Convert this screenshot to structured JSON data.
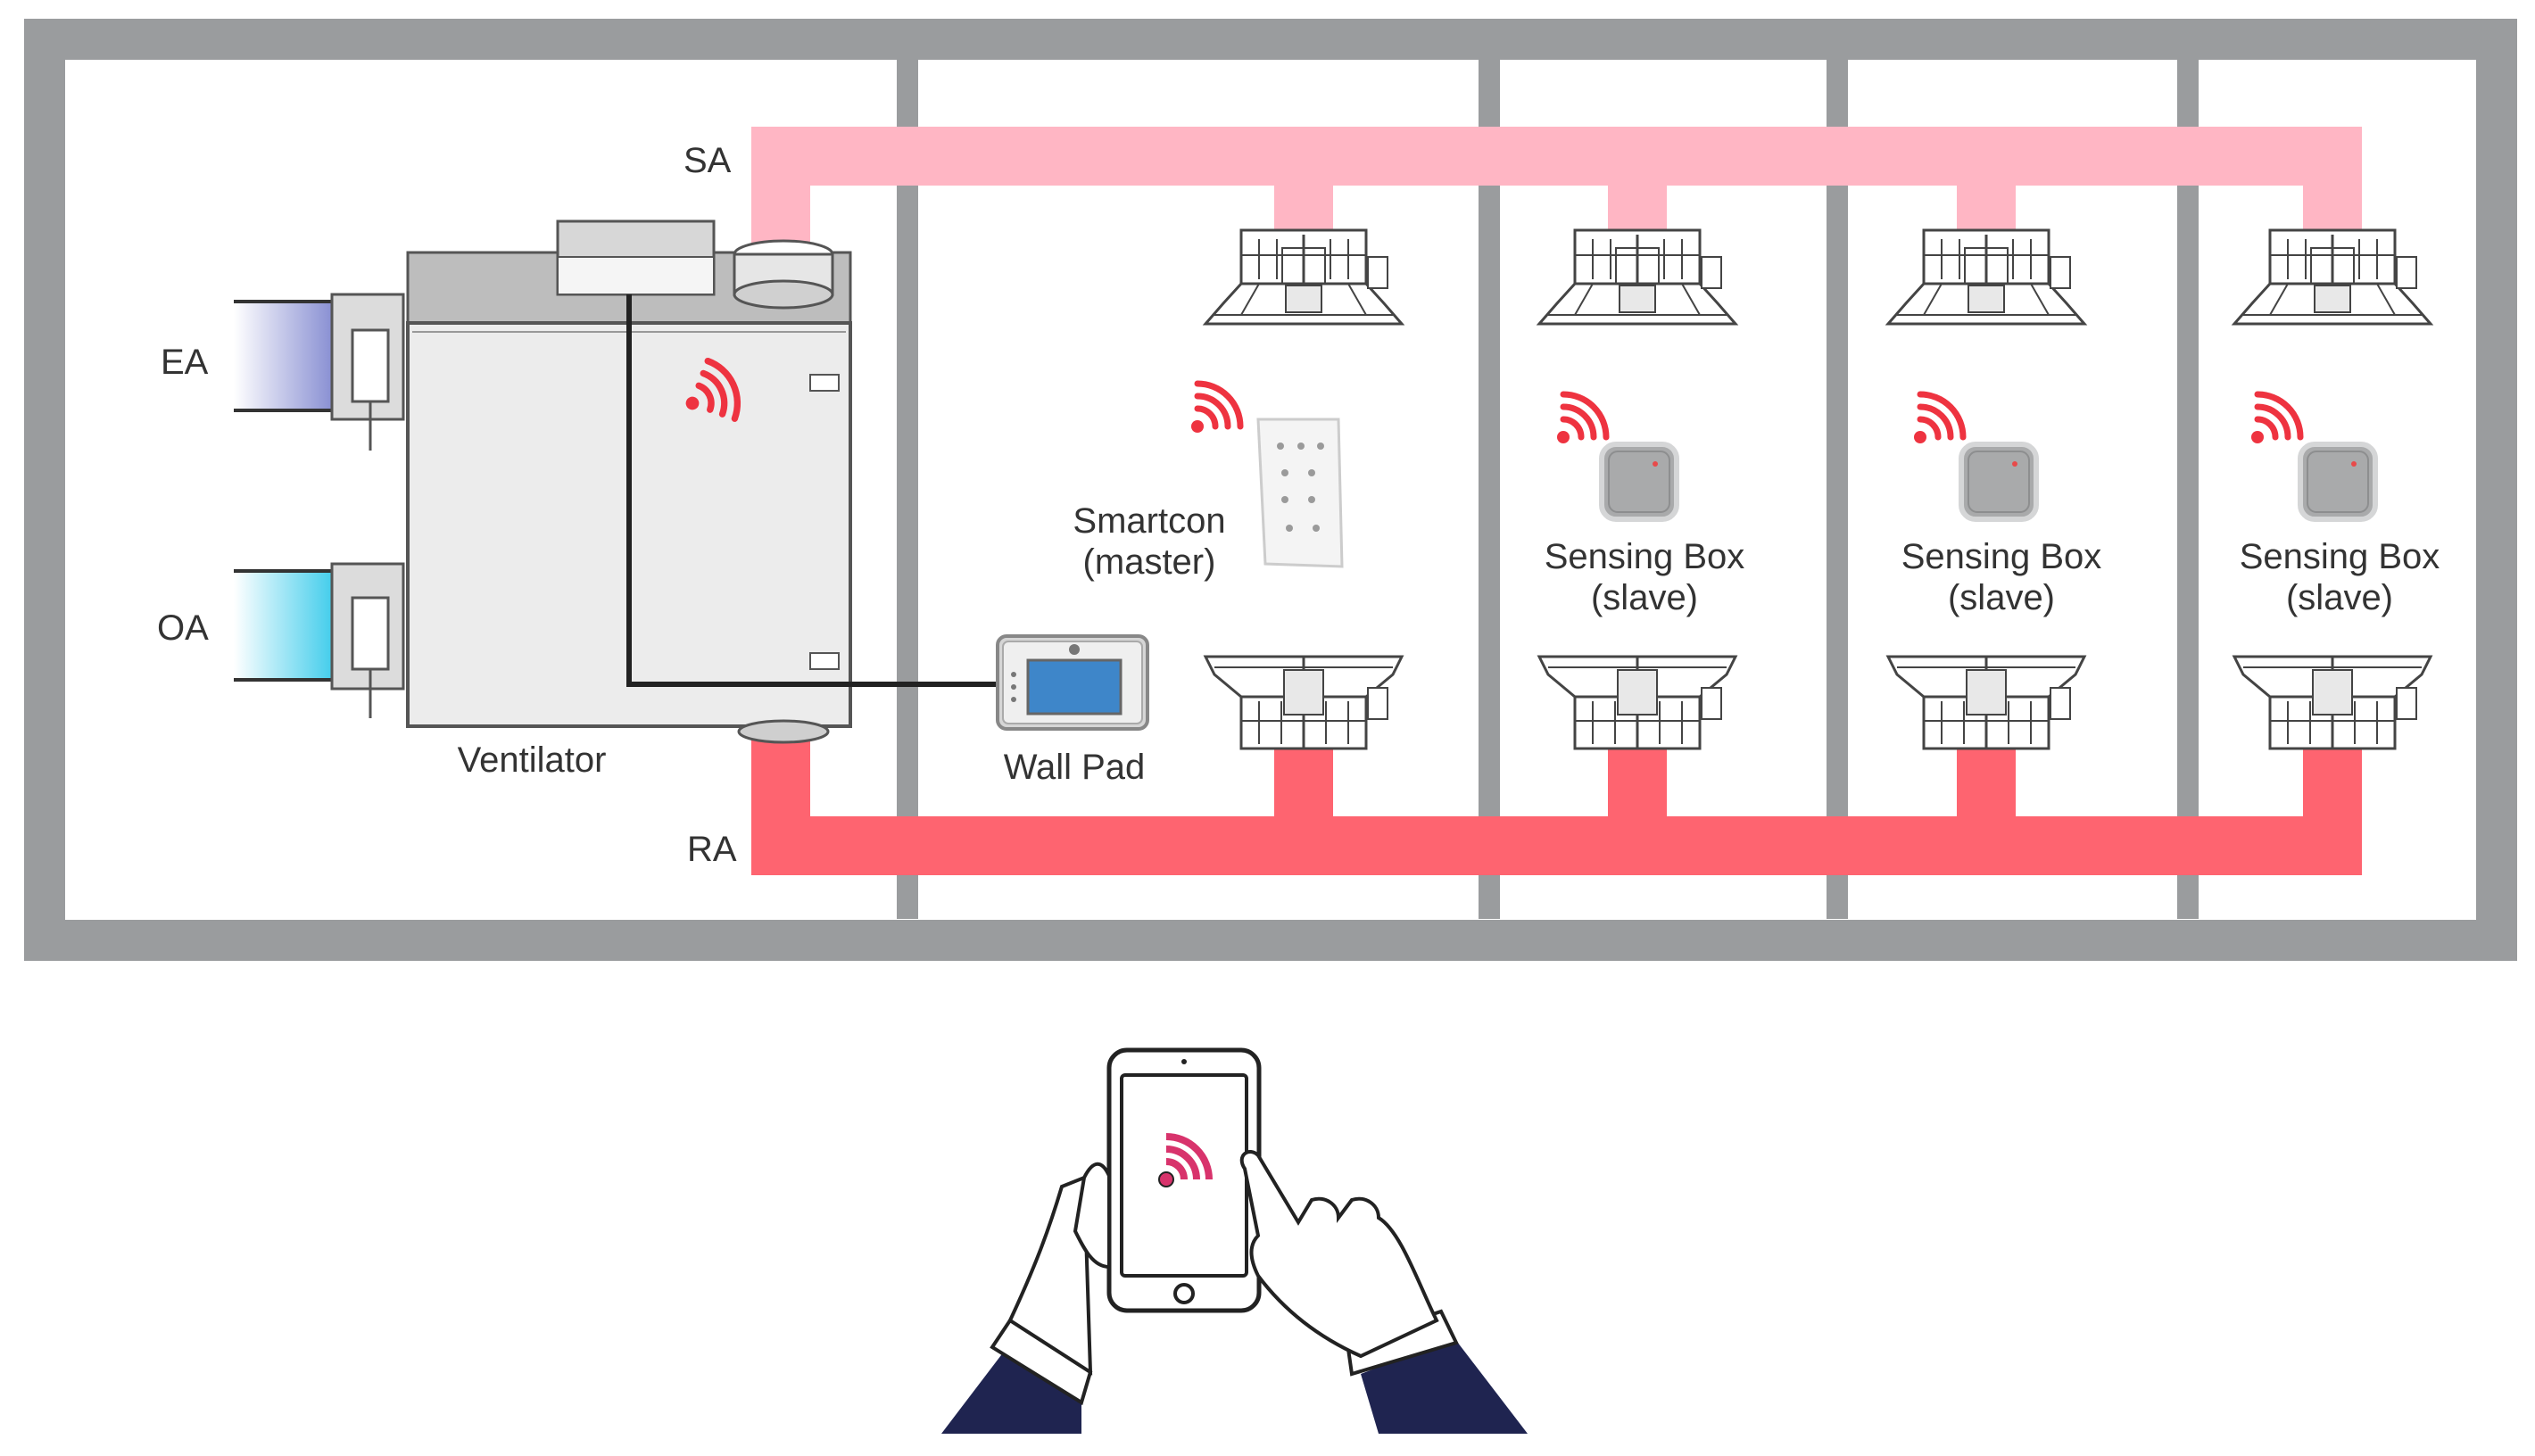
{
  "labels": {
    "sa": "SA",
    "ra": "RA",
    "ea": "EA",
    "oa": "OA",
    "ventilator": "Ventilator",
    "wall_pad": "Wall Pad",
    "smartcon_line1": "Smartcon",
    "smartcon_line2": "(master)",
    "sensing_line1": "Sensing Box",
    "sensing_line2": "(slave)"
  },
  "colors": {
    "wall": "#9a9c9e",
    "supply_duct": "#ffb6c4",
    "return_duct": "#fe6470",
    "wifi": "#ee3340",
    "tablet_signal": "#d8336c",
    "sleeve": "#1f2450",
    "ea_gradient": "#7f86cf",
    "oa_gradient": "#34c9ea"
  },
  "icons": {
    "wifi": "wifi-signal-icon",
    "ceiling_diffuser": "ceiling-diffuser-icon",
    "sensing_box": "sensing-box-icon",
    "wall_pad": "wall-pad-icon",
    "smartcon": "smartcon-icon",
    "tablet": "tablet-with-hands-icon"
  }
}
